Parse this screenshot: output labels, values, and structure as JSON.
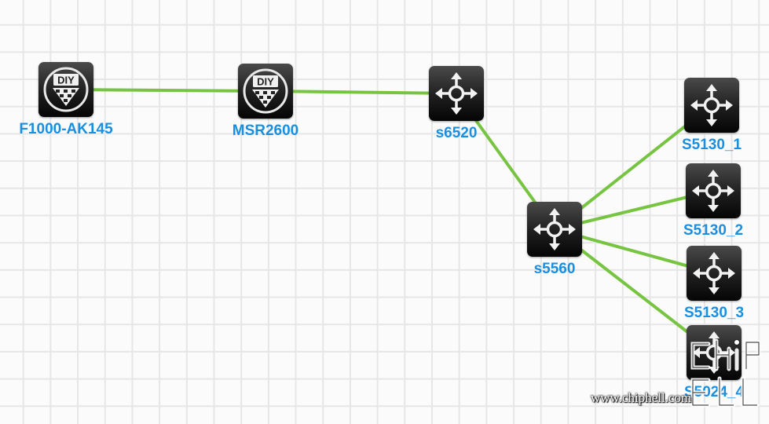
{
  "nodes": [
    {
      "id": "f1000",
      "label": "F1000-AK145",
      "icon": "diy-shield-icon"
    },
    {
      "id": "msr2600",
      "label": "MSR2600",
      "icon": "diy-shield-icon"
    },
    {
      "id": "s6520",
      "label": "s6520",
      "icon": "switch-arrows-icon"
    },
    {
      "id": "s5560",
      "label": "s5560",
      "icon": "switch-arrows-icon"
    },
    {
      "id": "s5130_1",
      "label": "S5130_1",
      "icon": "switch-arrows-icon"
    },
    {
      "id": "s5130_2",
      "label": "S5130_2",
      "icon": "switch-arrows-icon"
    },
    {
      "id": "s5130_3",
      "label": "S5130_3",
      "icon": "switch-arrows-icon"
    },
    {
      "id": "s5024_4",
      "label": "S5024_4",
      "icon": "switch-arrows-icon"
    }
  ],
  "links": [
    [
      "f1000",
      "msr2600"
    ],
    [
      "msr2600",
      "s6520"
    ],
    [
      "s6520",
      "s5560"
    ],
    [
      "s5560",
      "s5130_1"
    ],
    [
      "s5560",
      "s5130_2"
    ],
    [
      "s5560",
      "s5130_3"
    ],
    [
      "s5560",
      "s5024_4"
    ]
  ],
  "diy_text": "DIY",
  "watermark": {
    "text": "www.chiphell.com",
    "logo": "chiphell-logo"
  },
  "colors": {
    "link": "#76c442",
    "label": "#1a8fe0",
    "icon_bg": "#1e1e1e"
  }
}
